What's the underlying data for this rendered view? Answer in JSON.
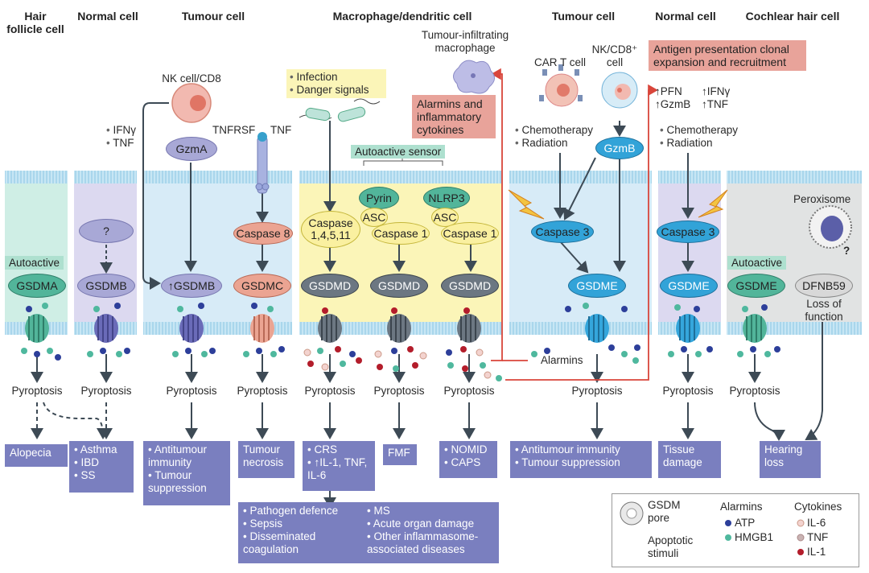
{
  "headers": {
    "hair_follicle": "Hair follicle cell",
    "normal_cell_1": "Normal cell",
    "tumour_cell_1": "Tumour cell",
    "macrophage": "Macrophage/dendritic cell",
    "tumour_cell_2": "Tumour cell",
    "normal_cell_2": "Normal cell",
    "cochlear": "Cochlear hair cell"
  },
  "top": {
    "nk_cd8": "NK cell/CD8",
    "ifn_tnf": [
      "IFNγ",
      "TNF"
    ],
    "tnfrsf": "TNFRSF",
    "tnf": "TNF",
    "infection_signals": [
      "Infection",
      "Danger signals"
    ],
    "autoactive_sensor": "Autoactive sensor",
    "tumour_macrophage": "Tumour-infiltrating macrophage",
    "alarmins_cytokines": "Alarmins and inflammatory cytokines",
    "car_t": "CAR T cell",
    "nk_cd8_plus": "NK/CD8⁺ cell",
    "antigen_presentation": "Antigen presentation clonal expansion and recruitment",
    "effectors": [
      "↑PFN",
      "↑IFNγ",
      "↑GzmB",
      "↑TNF"
    ],
    "chemo_radiation_1": [
      "Chemotherapy",
      "Radiation"
    ],
    "chemo_radiation_2": [
      "Chemotherapy",
      "Radiation"
    ],
    "peroxisome": "Peroxisome",
    "question": "?"
  },
  "proteins": {
    "gzma": "GzmA",
    "gzmb": "GzmB",
    "caspase8": "Caspase 8",
    "caspase1411": "Caspase 1,4,5,11",
    "pyrin": "Pyrin",
    "nlrp3": "NLRP3",
    "asc1": "ASC",
    "asc2": "ASC",
    "caspase1a": "Caspase 1",
    "caspase1b": "Caspase 1",
    "caspase3a": "Caspase 3",
    "caspase3b": "Caspase 3",
    "unknown": "?",
    "autoactive1": "Autoactive",
    "autoactive2": "Autoactive"
  },
  "gsdm": {
    "gsdma": "GSDMA",
    "gsdmb": "GSDMB",
    "up_gsdmb": "↑GSDMB",
    "gsdmc": "GSDMC",
    "gsdmd1": "GSDMD",
    "gsdmd2": "GSDMD",
    "gsdmd3": "GSDMD",
    "gsdme1": "GSDME",
    "gsdme2": "GSDME",
    "gsdme3": "GSDME",
    "dfnb59": "DFNB59",
    "loss_of_function": "Loss of function"
  },
  "pyroptosis": "Pyroptosis",
  "alarmins": "Alarmins",
  "outcomes": {
    "alopecia": "Alopecia",
    "asthma_list": [
      "Asthma",
      "IBD",
      "SS"
    ],
    "antitumour_list": [
      "Antitumour immunity",
      "Tumour suppression"
    ],
    "tumour_necrosis": "Tumour necrosis",
    "crs_list": [
      "CRS",
      "↑IL-1, TNF, IL-6"
    ],
    "fmf": "FMF",
    "nomid_list": [
      "NOMID",
      "CAPS"
    ],
    "antitumour2_list": [
      "Antitumour immunity",
      "Tumour suppression"
    ],
    "tissue_damage": "Tissue damage",
    "hearing_loss": "Hearing loss",
    "pathogen_list": [
      "Pathogen defence",
      "Sepsis",
      "Disseminated coagulation"
    ],
    "ms_list": [
      "MS",
      "Acute organ damage",
      "Other inflammasome-associated diseases"
    ]
  },
  "legend": {
    "gsdm_pore": "GSDM pore",
    "apoptotic": "Apoptotic stimuli",
    "alarmins_title": "Alarmins",
    "alarmin_items": [
      "ATP",
      "HMGB1"
    ],
    "cytokines_title": "Cytokines",
    "cytokine_items": [
      "IL-6",
      "TNF",
      "IL-1"
    ]
  },
  "colors": {
    "membrane": "#bfe3f3",
    "panel_green": "#cfeee5",
    "panel_lavender": "#dcd9f0",
    "panel_blue": "#d7ebf7",
    "panel_yellow": "#fbf5b8",
    "panel_grey": "#e1e3e3",
    "outcome": "#7a7fbf",
    "red_arrow": "#d9463b"
  }
}
